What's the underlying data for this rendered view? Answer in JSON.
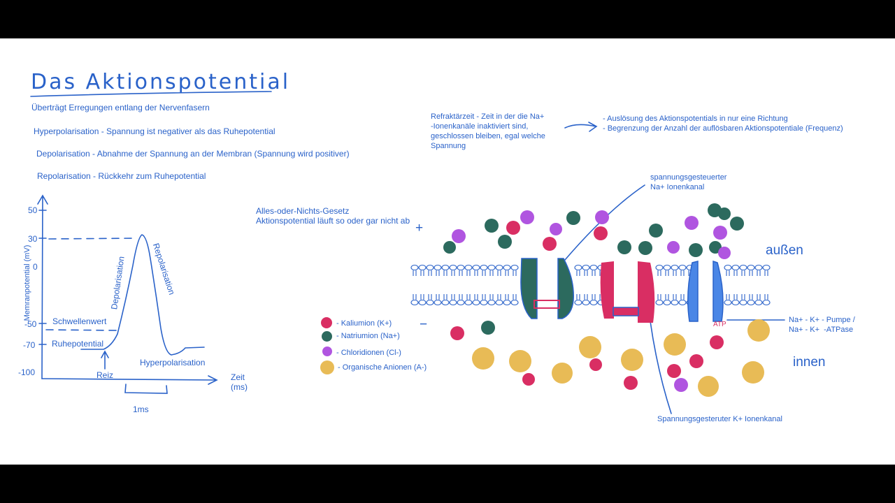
{
  "colors": {
    "pen": "#2a62c9",
    "kalium": "#d92e63",
    "natrium": "#2c6a5e",
    "chlorid": "#b055e0",
    "anion": "#e8bb56",
    "annotation_atp": "#d92e63"
  },
  "title": "Das Aktionspotential",
  "subtitle": "Überträgt Erregungen entlang der Nervenfasern",
  "definitions": [
    "Hyperpolarisation - Spannung ist negativer als das Ruhepotential",
    "Depolarisation - Abnahme der Spannung an der Membran (Spannung wird positiver)",
    "Repolarisation - Rückkehr zum Ruhepotential"
  ],
  "refractory": {
    "text": "Refraktärzeit - Zeit in der die Na+\n-Ionenkanäle inaktiviert sind,\ngeschlossen bleiben, egal welche\nSpannung",
    "consequences": [
      "- Auslösung des Aktionspotentials in nur eine Richtung",
      "- Begrenzung der Anzahl der auflösbaren Aktionspotentiale (Frequenz)"
    ]
  },
  "all_or_nothing": {
    "line1": "Alles-oder-Nichts-Gesetz",
    "line2": "Aktionspotential läuft so oder gar nicht ab"
  },
  "graph": {
    "y_axis_label": "Memranpotential (mV)",
    "x_axis_label": "Zeit\n(ms)",
    "y_ticks": [
      "50",
      "30",
      "0",
      "-50",
      "-70",
      "-100"
    ],
    "phases": {
      "depolarisation": "Depolarisation",
      "repolarisation": "Repolarisation",
      "schwellenwert": "Schwellenwert",
      "ruhepotential": "Ruhepotential",
      "hyperpolarisation": "Hyperpolarisation",
      "reiz": "Reiz"
    },
    "scale_bar": "1ms"
  },
  "membrane": {
    "plus": "+",
    "minus": "−",
    "outside": "außen",
    "inside": "innen",
    "na_channel_label": "spannungsgesteuerter\nNa+ Ionenkanal",
    "k_channel_label": "Spannungsgesteruter K+ Ionenkanal",
    "pump_label": "Na+ - K+ - Pumpe /\nNa+ - K+  -ATPase",
    "atp": "ATP"
  },
  "legend": [
    {
      "label": "- Kaliumion (K+)",
      "color": "#d92e63"
    },
    {
      "label": "- Natriumion (Na+)",
      "color": "#2c6a5e"
    },
    {
      "label": " - Chloridionen (Cl-)",
      "color": "#b055e0"
    },
    {
      "label": "- Organische Anionen (A-)",
      "color": "#e8bb56"
    }
  ]
}
